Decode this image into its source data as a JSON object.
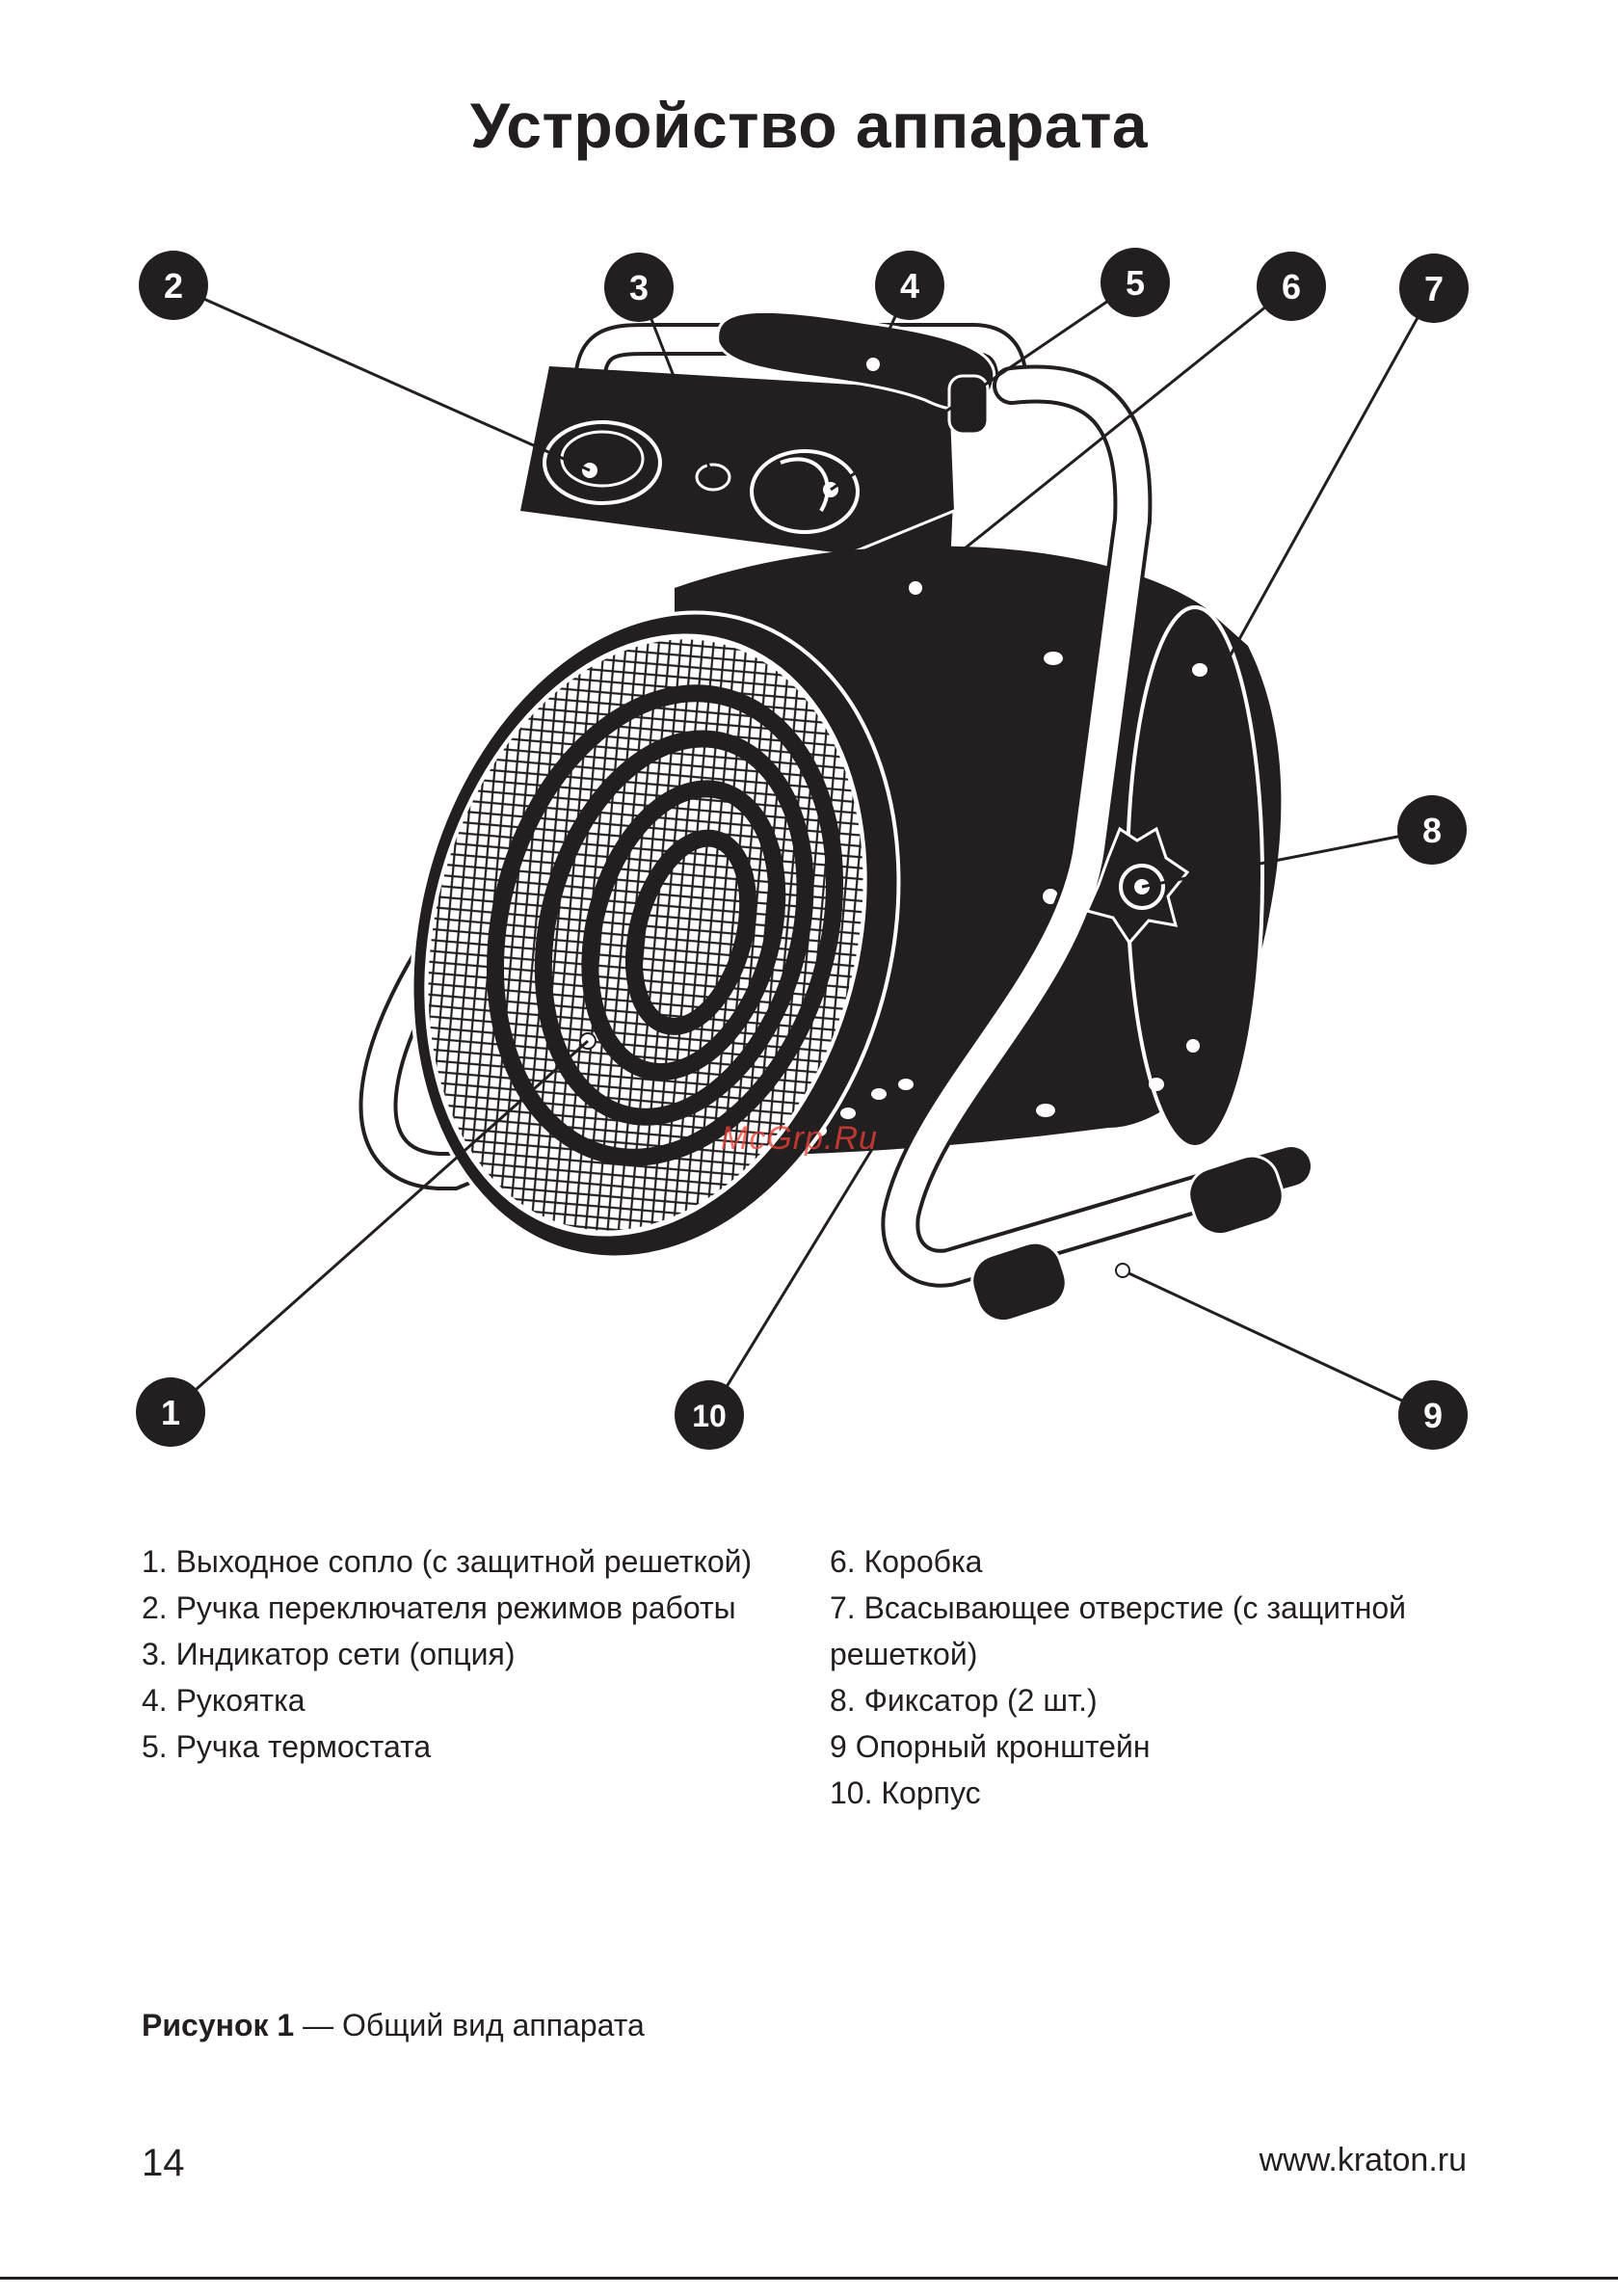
{
  "page": {
    "title": "Устройство аппарата",
    "watermark": "McGrp.Ru",
    "page_number": "14",
    "website": "www.kraton.ru"
  },
  "callouts": [
    "1",
    "2",
    "3",
    "4",
    "5",
    "6",
    "7",
    "8",
    "9",
    "10"
  ],
  "legend_left": [
    "1. Выходное сопло (с защитной решет­кой)",
    "2. Ручка переключателя режимов рабо­ты",
    "3. Индикатор сети (опция)",
    "4. Рукоятка",
    "5. Ручка термостата"
  ],
  "legend_right": [
    "6. Коробка",
    "7. Всасывающее отверстие (с защитной решеткой)",
    "8. Фиксатор (2 шт.)",
    "9 Опорный кронштейн",
    "10. Корпус"
  ],
  "caption": {
    "label": "Рисунок 1",
    "text": " — Общий вид аппарата"
  },
  "colors": {
    "ink": "#231f20",
    "watermark": "#ef4136"
  },
  "illustration": "heat-gun-fan-heater"
}
